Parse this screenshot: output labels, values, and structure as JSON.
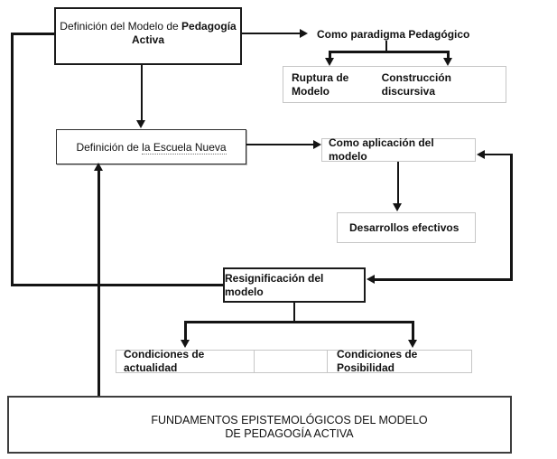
{
  "nodes": {
    "definicion_modelo": {
      "text_regular": "Definición del Modelo de ",
      "text_bold": "Pedagogía Activa"
    },
    "como_paradigma": {
      "label": "Como paradigma Pedagógico"
    },
    "ruptura_modelo": {
      "label": "Ruptura de Modelo"
    },
    "construccion_discursiva": {
      "label": "Construcción discursiva"
    },
    "escuela_nueva": {
      "text_regular": "Definición de ",
      "text_underlined": "la Escuela Nueva"
    },
    "como_aplicacion": {
      "label": "Como aplicación del modelo"
    },
    "desarrollos_efectivos": {
      "label": "Desarrollos efectivos"
    },
    "resignificacion": {
      "label": "Resignificación del modelo"
    },
    "condiciones_actualidad": {
      "label": "Condiciones de actualidad"
    },
    "condiciones_posibilidad": {
      "label": "Condiciones de Posibilidad"
    },
    "fundamentos": {
      "line1": "FUNDAMENTOS EPISTEMOLÓGICOS DEL MODELO",
      "line2": "DE PEDAGOGÍA ACTIVA"
    }
  },
  "colors": {
    "line": "#141414",
    "border_dark": "#1a1a1a",
    "border_light": "#c6c6c6",
    "text": "#111111",
    "background": "#ffffff"
  }
}
